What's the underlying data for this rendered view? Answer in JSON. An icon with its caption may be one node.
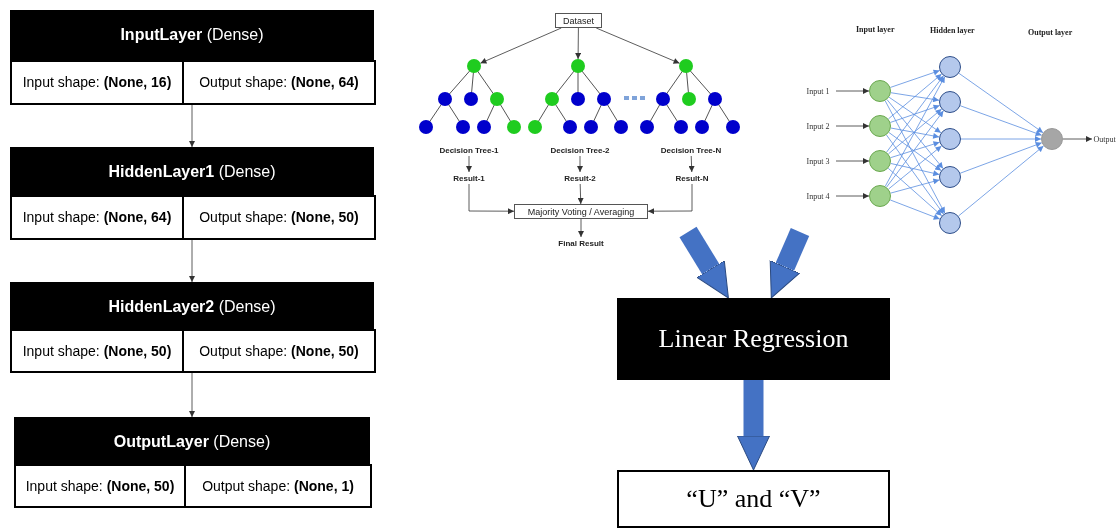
{
  "diagram": {
    "nodes": [
      {
        "text": [
          "**InputLayer** (Dense)"
        ]
      },
      {
        "text": [
          "Input shape: **(None, 16)**"
        ],
        "in": 0
      },
      {
        "text": [
          "Output shape: **(None, 64)**"
        ],
        "in": 0
      },
      {
        "text": [
          "**HiddenLayer1** (Dense)"
        ]
      },
      {
        "text": [
          "Input shape: **(None, 64)**"
        ],
        "in": 3
      },
      {
        "text": [
          "Output shape: **(None, 50)**"
        ],
        "in": 3
      },
      {
        "text": [
          "**HiddenLayer2** (Dense)"
        ]
      },
      {
        "text": [
          "Input shape: **(None, 50)**"
        ],
        "in": 6
      },
      {
        "text": [
          "Output shape: **(None, 50)**"
        ],
        "in": 6
      },
      {
        "text": [
          "**OutputLayer** (Dense)"
        ]
      },
      {
        "text": [
          "Input shape: **(None, 50)**"
        ],
        "in": 9
      },
      {
        "text": [
          "Output shape: **(None, 1)**"
        ],
        "in": 9
      },
      {
        "text": [
          "Dataset"
        ]
      },
      {
        "text": [],
        "shape": "picture"
      },
      {
        "text": [],
        "shape": "picture"
      },
      {
        "text": [],
        "shape": "picture"
      },
      {
        "text": [
          "Decision Tree-1"
        ]
      },
      {
        "text": [
          "Decision Tree-2"
        ]
      },
      {
        "text": [
          "Decision Tree-N"
        ]
      },
      {
        "text": [
          "Result-1"
        ]
      },
      {
        "text": [
          "Result-2"
        ]
      },
      {
        "text": [
          "Result-N"
        ]
      },
      {
        "text": [
          "Majority Voting / Averaging"
        ]
      },
      {
        "text": [
          "Final Result"
        ]
      },
      {
        "text": [
          "Input 1"
        ]
      },
      {
        "text": [
          "Input 2"
        ]
      },
      {
        "text": [
          "Input 3"
        ]
      },
      {
        "text": [
          "Input 4"
        ]
      },
      {
        "text": [],
        "shape": "circle"
      },
      {
        "text": [],
        "shape": "circle"
      },
      {
        "text": [],
        "shape": "circle"
      },
      {
        "text": [],
        "shape": "circle"
      },
      {
        "text": [],
        "shape": "circle"
      },
      {
        "text": [],
        "shape": "circle"
      },
      {
        "text": [],
        "shape": "circle"
      },
      {
        "text": [],
        "shape": "circle"
      },
      {
        "text": [],
        "shape": "circle"
      },
      {
        "text": [],
        "shape": "circle"
      },
      {
        "text": [
          "Output"
        ]
      },
      {
        "text": [
          "Linear Regression"
        ]
      },
      {
        "text": [
          "“U” and “V”"
        ]
      }
    ],
    "edges": [
      {
        "from": 0,
        "to": 3,
        "arrow": "to",
        "color": "#333333"
      },
      {
        "from": 3,
        "to": 6,
        "arrow": "to",
        "color": "#333333"
      },
      {
        "from": 6,
        "to": 9,
        "arrow": "to",
        "color": "#333333"
      },
      {
        "from": 12,
        "to": 13,
        "arrow": "to",
        "color": "#333333"
      },
      {
        "from": 12,
        "to": 14,
        "arrow": "to",
        "color": "#333333"
      },
      {
        "from": 12,
        "to": 15,
        "arrow": "to",
        "color": "#333333"
      },
      {
        "from": 16,
        "to": 19,
        "arrow": "to",
        "color": "#333333"
      },
      {
        "from": 17,
        "to": 20,
        "arrow": "to",
        "color": "#333333"
      },
      {
        "from": 18,
        "to": 21,
        "arrow": "to",
        "color": "#333333"
      },
      {
        "from": 19,
        "to": 22,
        "arrow": "to",
        "color": "#333333"
      },
      {
        "from": 20,
        "to": 22,
        "arrow": "to",
        "color": "#333333"
      },
      {
        "from": 21,
        "to": 22,
        "arrow": "to",
        "color": "#333333"
      },
      {
        "from": 22,
        "to": 23,
        "arrow": "to",
        "color": "#333333"
      },
      {
        "from": 24,
        "to": 28,
        "arrow": "to",
        "color": "#333333"
      },
      {
        "from": 25,
        "to": 29,
        "arrow": "to",
        "color": "#333333"
      },
      {
        "from": 26,
        "to": 30,
        "arrow": "to",
        "color": "#333333"
      },
      {
        "from": 27,
        "to": 31,
        "arrow": "to",
        "color": "#333333"
      },
      {
        "from": 28,
        "to": 32,
        "arrow": "to",
        "color": "#5b8ee0"
      },
      {
        "from": 28,
        "to": 33,
        "arrow": "to",
        "color": "#5b8ee0"
      },
      {
        "from": 28,
        "to": 34,
        "arrow": "to",
        "color": "#5b8ee0"
      },
      {
        "from": 28,
        "to": 35,
        "arrow": "to",
        "color": "#5b8ee0"
      },
      {
        "from": 28,
        "to": 36,
        "arrow": "to",
        "color": "#5b8ee0"
      },
      {
        "from": 29,
        "to": 32,
        "arrow": "to",
        "color": "#5b8ee0"
      },
      {
        "from": 29,
        "to": 33,
        "arrow": "to",
        "color": "#5b8ee0"
      },
      {
        "from": 29,
        "to": 34,
        "arrow": "to",
        "color": "#5b8ee0"
      },
      {
        "from": 29,
        "to": 35,
        "arrow": "to",
        "color": "#5b8ee0"
      },
      {
        "from": 29,
        "to": 36,
        "arrow": "to",
        "color": "#5b8ee0"
      },
      {
        "from": 30,
        "to": 32,
        "arrow": "to",
        "color": "#5b8ee0"
      },
      {
        "from": 30,
        "to": 33,
        "arrow": "to",
        "color": "#5b8ee0"
      },
      {
        "from": 30,
        "to": 34,
        "arrow": "to",
        "color": "#5b8ee0"
      },
      {
        "from": 30,
        "to": 35,
        "arrow": "to",
        "color": "#5b8ee0"
      },
      {
        "from": 30,
        "to": 36,
        "arrow": "to",
        "color": "#5b8ee0"
      },
      {
        "from": 31,
        "to": 32,
        "arrow": "to",
        "color": "#5b8ee0"
      },
      {
        "from": 31,
        "to": 33,
        "arrow": "to",
        "color": "#5b8ee0"
      },
      {
        "from": 31,
        "to": 34,
        "arrow": "to",
        "color": "#5b8ee0"
      },
      {
        "from": 31,
        "to": 35,
        "arrow": "to",
        "color": "#5b8ee0"
      },
      {
        "from": 31,
        "to": 36,
        "arrow": "to",
        "color": "#5b8ee0"
      },
      {
        "from": 32,
        "to": 37,
        "arrow": "to",
        "color": "#5b8ee0"
      },
      {
        "from": 33,
        "to": 37,
        "arrow": "to",
        "color": "#5b8ee0"
      },
      {
        "from": 34,
        "to": 37,
        "arrow": "to",
        "color": "#5b8ee0"
      },
      {
        "from": 35,
        "to": 37,
        "arrow": "to",
        "color": "#5b8ee0"
      },
      {
        "from": 36,
        "to": 37,
        "arrow": "to",
        "color": "#5b8ee0"
      },
      {
        "from": 37,
        "to": 38,
        "arrow": "to",
        "color": "#333333"
      },
      {
        "from": null,
        "to": 39,
        "arrow": "to",
        "style": "thick",
        "color": "#4472c4"
      },
      {
        "from": null,
        "to": 39,
        "arrow": "to",
        "style": "thick",
        "color": "#4472c4"
      },
      {
        "from": 39,
        "to": 40,
        "arrow": "to",
        "style": "thick",
        "color": "#4472c4"
      }
    ],
    "labels": [
      "Input layer",
      "Hidden layer",
      "Output layer"
    ]
  }
}
